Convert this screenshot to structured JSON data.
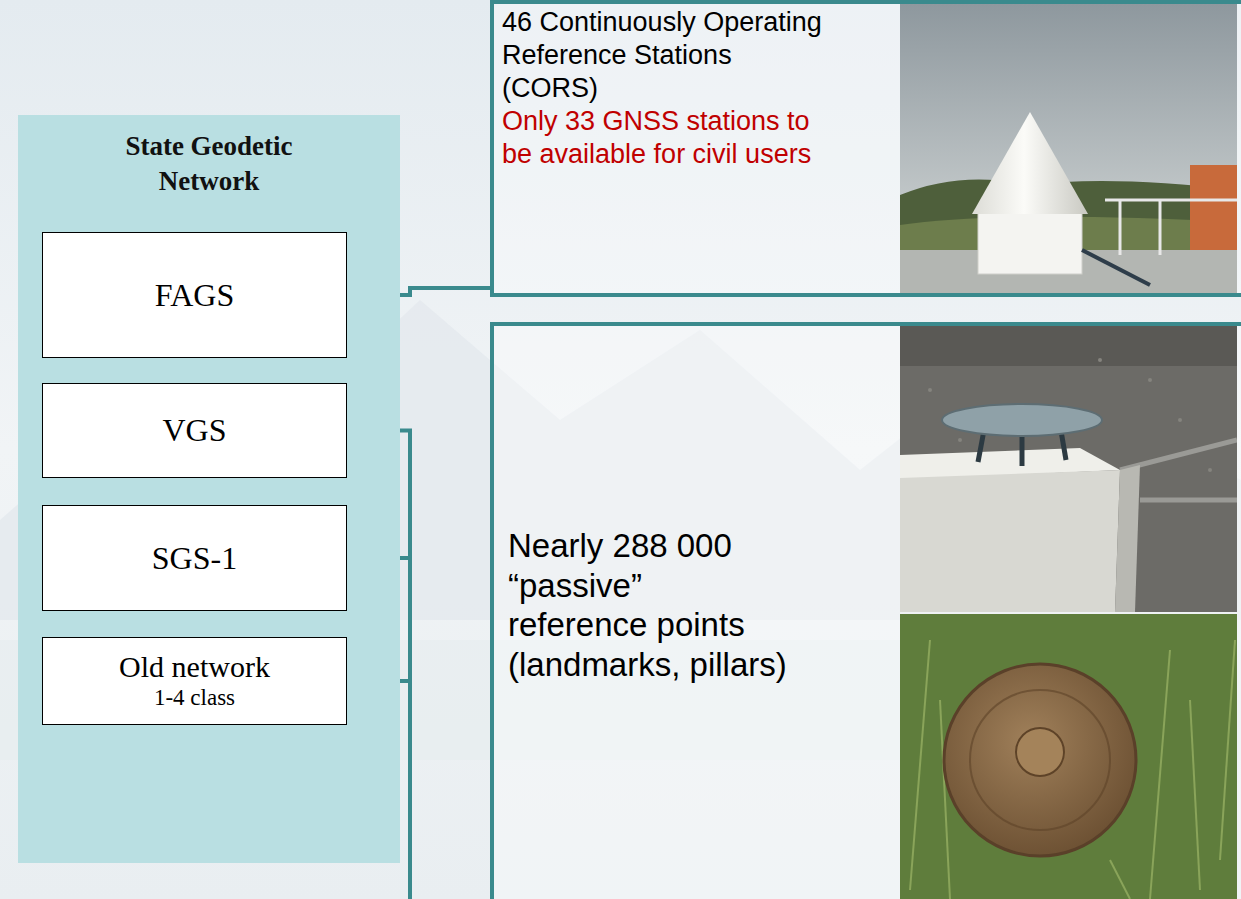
{
  "diagram": {
    "nodes": [
      {
        "text": [
          "State Geodetic Network"
        ]
      },
      {
        "text": [
          "FAGS"
        ],
        "in": 0
      },
      {
        "text": [
          "VGS"
        ],
        "in": 0
      },
      {
        "text": [
          "SGS-1"
        ],
        "in": 0
      },
      {
        "text": [
          "Old network",
          "1-4 class"
        ],
        "in": 0
      },
      {
        "text": [
          "46 Continuously Operating Reference Stations (CORS)",
          "Only 33 GNSS stations to be available for civil users"
        ]
      },
      {
        "text": [
          "Nearly 288 000 “passive” reference points (landmarks, pillars)"
        ]
      }
    ],
    "edges": [
      {
        "from": 1,
        "to": 5,
        "arrow": "none"
      },
      {
        "from": 2,
        "to": 6,
        "arrow": "none"
      },
      {
        "from": 3,
        "to": 6,
        "arrow": "none"
      },
      {
        "from": 4,
        "to": 6,
        "arrow": "none"
      }
    ]
  }
}
